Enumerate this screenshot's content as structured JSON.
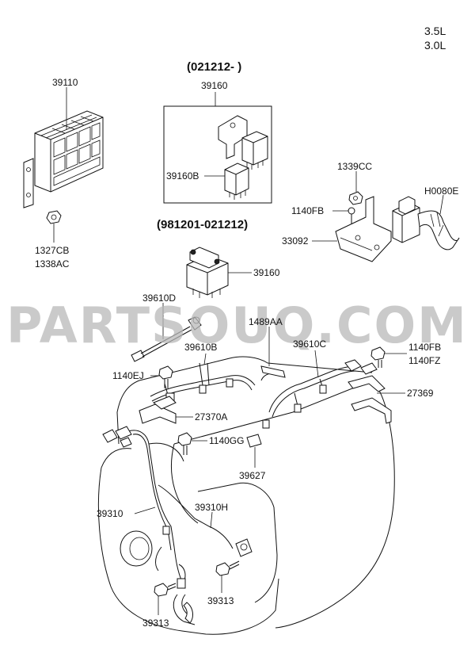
{
  "engine_variants": [
    "3.5L",
    "3.0L"
  ],
  "headings": {
    "later_relay_period": "(021212- )",
    "earlier_relay_period": "(981201-021212)"
  },
  "parts": {
    "p39110": "39110",
    "p1327CB": "1327CB",
    "p1338AC": "1338AC",
    "p39160_top": "39160",
    "p39160B": "39160B",
    "p39160_mid": "39160",
    "p1339CC": "1339CC",
    "p1140FB_top": "1140FB",
    "pH0080E": "H0080E",
    "p33092": "33092",
    "p39610D": "39610D",
    "p1489AA": "1489AA",
    "p39610B": "39610B",
    "p39610C": "39610C",
    "p1140FB_right": "1140FB",
    "p1140FZ": "1140FZ",
    "p1140EJ": "1140EJ",
    "p27369": "27369",
    "p27370A": "27370A",
    "p1140GG": "1140GG",
    "p39627": "39627",
    "p39310": "39310",
    "p39310H": "39310H",
    "p39313_right": "39313",
    "p39313_left": "39313"
  },
  "watermark": "PARTSOUQ.COM"
}
